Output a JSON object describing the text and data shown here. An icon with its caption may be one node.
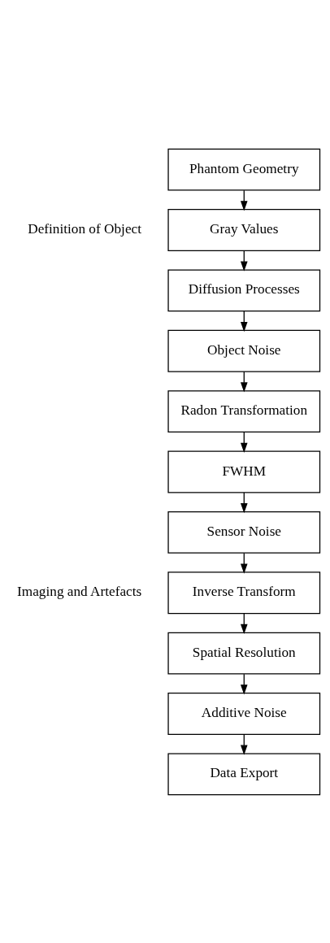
{
  "diagram": {
    "nodes": [
      {
        "text": [
          "Phantom Geometry"
        ]
      },
      {
        "text": [
          "Gray Values"
        ]
      },
      {
        "text": [
          "Diffusion Processes"
        ]
      },
      {
        "text": [
          "Object Noise"
        ]
      },
      {
        "text": [
          "Radon Transformation"
        ]
      },
      {
        "text": [
          "FWHM"
        ]
      },
      {
        "text": [
          "Sensor Noise"
        ]
      },
      {
        "text": [
          "Inverse Transform"
        ]
      },
      {
        "text": [
          "Spatial Resolution"
        ]
      },
      {
        "text": [
          "Additive Noise"
        ]
      },
      {
        "text": [
          "Data Export"
        ]
      }
    ],
    "edges": [
      {
        "from": 0,
        "to": 1,
        "arrow": "to"
      },
      {
        "from": 1,
        "to": 2,
        "arrow": "to"
      },
      {
        "from": 2,
        "to": 3,
        "arrow": "to"
      },
      {
        "from": 3,
        "to": 4,
        "arrow": "to"
      },
      {
        "from": 4,
        "to": 5,
        "arrow": "to"
      },
      {
        "from": 5,
        "to": 6,
        "arrow": "to"
      },
      {
        "from": 6,
        "to": 7,
        "arrow": "to"
      },
      {
        "from": 7,
        "to": 8,
        "arrow": "to"
      },
      {
        "from": 8,
        "to": 9,
        "arrow": "to"
      },
      {
        "from": 9,
        "to": 10,
        "arrow": "to"
      }
    ],
    "labels": [
      "Definition of Object",
      "Imaging and Artefacts"
    ]
  }
}
